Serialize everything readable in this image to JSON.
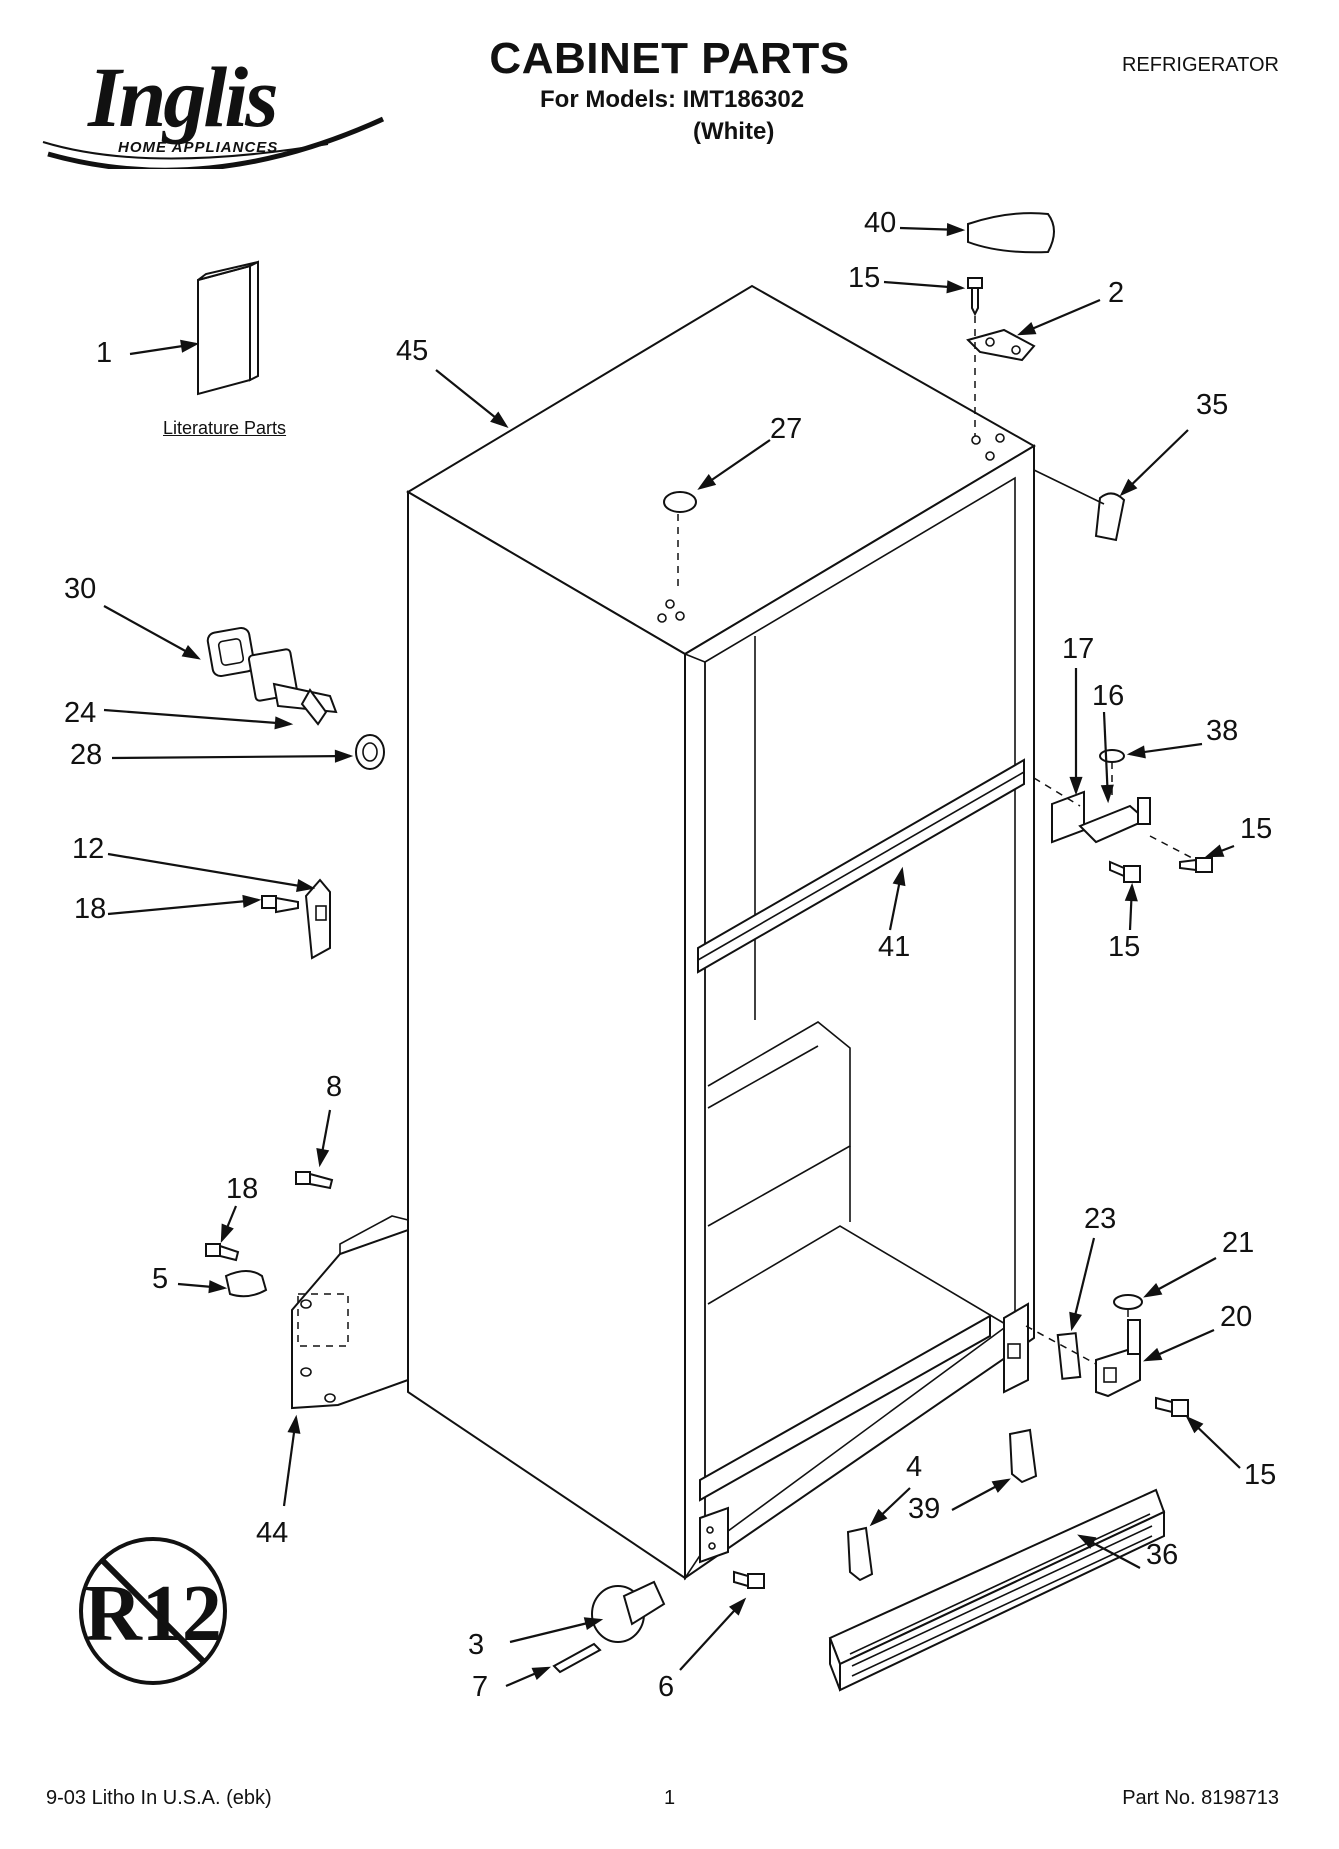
{
  "header": {
    "brand": "Inglis",
    "brand_sub": "HOME APPLIANCES",
    "title": "CABINET PARTS",
    "for_models_label": "For Models: IMT186302",
    "color_label": "(White)",
    "category": "REFRIGERATOR"
  },
  "diagram": {
    "literature_label": "Literature Parts",
    "stamp_text": "R12",
    "callouts": [
      "1",
      "2",
      "3",
      "4",
      "5",
      "6",
      "7",
      "8",
      "12",
      "15",
      "15",
      "15",
      "15",
      "16",
      "17",
      "18",
      "18",
      "20",
      "21",
      "23",
      "24",
      "27",
      "28",
      "30",
      "35",
      "36",
      "38",
      "39",
      "40",
      "41",
      "44",
      "45"
    ]
  },
  "footer": {
    "left": "9-03 Litho In U.S.A. (ebk)",
    "page_number": "1",
    "part_no": "Part No. 8198713"
  }
}
